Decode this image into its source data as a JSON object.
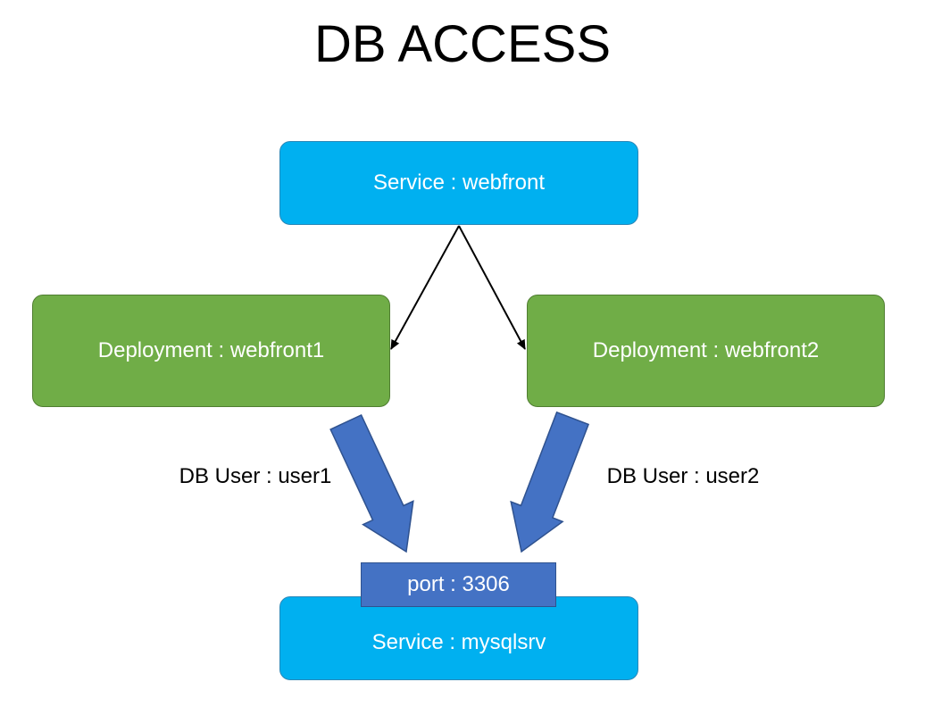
{
  "title": "DB ACCESS",
  "nodes": {
    "service_webfront": "Service : webfront",
    "deploy_webfront1": "Deployment : webfront1",
    "deploy_webfront2": "Deployment : webfront2",
    "service_mysqlsrv": "Service : mysqlsrv",
    "port_label": "port : 3306"
  },
  "edges": {
    "db_user1": "DB User : user1",
    "db_user2": "DB User : user2"
  },
  "colors": {
    "service": "#00b0f0",
    "deployment": "#70ad47",
    "port": "#4472c4",
    "block_arrow": "#4472c4",
    "thin_arrow": "#000000"
  }
}
